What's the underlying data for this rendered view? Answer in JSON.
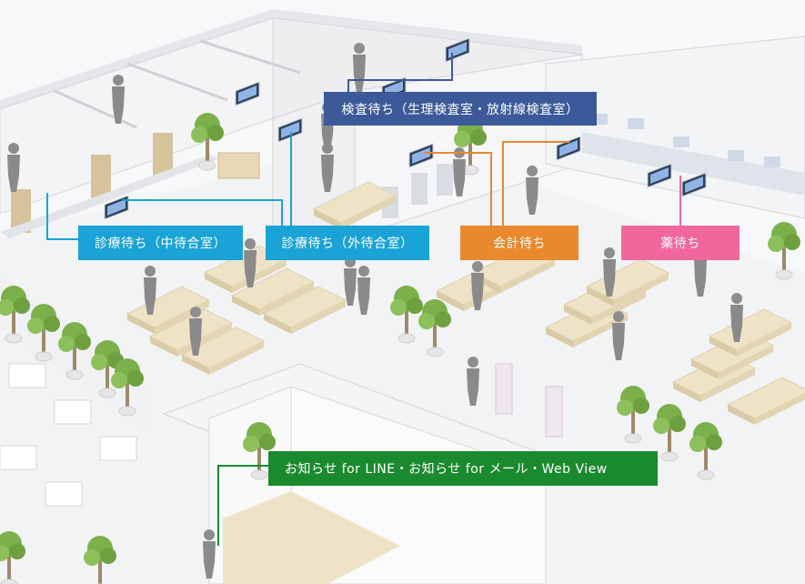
{
  "labels": {
    "exam_wait": "検査待ち（生理検査室・放射線検査室）",
    "consult_inner_wait": "診療待ち（中待合室）",
    "consult_outer_wait": "診療待ち（外待合室）",
    "accounting_wait": "会計待ち",
    "pharmacy_wait": "薬待ち",
    "notice": "お知らせ for LINE・お知らせ for メール・Web View"
  },
  "colors": {
    "exam": "#3c5a9a",
    "consult": "#1aa3d6",
    "accounting": "#e8892e",
    "pharmacy": "#f0679a",
    "notice": "#1a8a2e"
  }
}
